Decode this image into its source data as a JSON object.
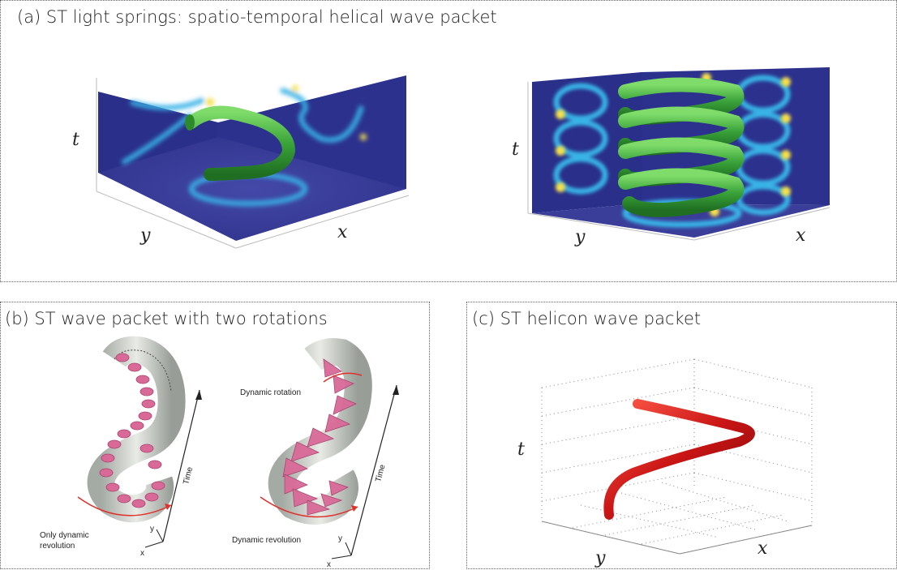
{
  "panels": {
    "a": {
      "title": "(a) ST light springs: spatio-temporal helical wave packet",
      "left_plot": {
        "t_label": "t",
        "y_label": "y",
        "x_label": "x"
      },
      "right_plot": {
        "t_label": "t",
        "y_label": "y",
        "x_label": "x"
      }
    },
    "b": {
      "title": "(b) ST wave packet with two rotations",
      "left": {
        "time_label": "Time",
        "caption": [
          "Only dynamic",
          "revolution"
        ],
        "y_axis": "y",
        "x_axis": "x"
      },
      "right": {
        "time_label": "Time",
        "rotation_label": "Dynamic rotation",
        "caption": "Dynamic revolution",
        "y_axis": "y",
        "x_axis": "x"
      }
    },
    "c": {
      "title": "(c) ST helicon wave packet",
      "t_label": "t",
      "y_label": "y",
      "x_label": "x"
    }
  },
  "colors": {
    "box_face": "#2a2f8a",
    "box_floor": "#3b3f9a",
    "beam_cyan": "#39b3e6",
    "beam_yellow": "#f5e04a",
    "helix_green": "#3aa33a",
    "helix_red": "#c81414",
    "petal_pink": "#d96a98"
  }
}
